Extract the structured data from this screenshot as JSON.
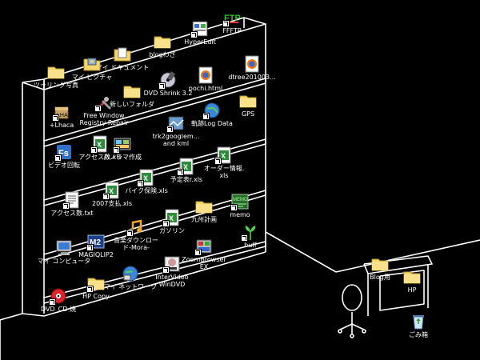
{
  "desktop": {
    "background": "#000000",
    "line_color": "#ffffff",
    "icons": [
      {
        "label": "FFFTP",
        "type": "ftp-icon",
        "shortcut": true
      },
      {
        "label": "HyperEdit",
        "type": "app-icon",
        "shortcut": true
      },
      {
        "label": "blogわざ",
        "type": "folder-icon",
        "shortcut": false
      },
      {
        "label": "マイ ドキュメント",
        "type": "my-documents-icon",
        "shortcut": false
      },
      {
        "label": "マイ ピクチャ",
        "type": "my-pictures-icon",
        "shortcut": false
      },
      {
        "label": "ツーリング写真",
        "type": "folder-icon",
        "shortcut": false
      },
      {
        "label": "dtree201003...",
        "type": "firefox-icon",
        "shortcut": false
      },
      {
        "label": "pochi.html",
        "type": "firefox-icon",
        "shortcut": false
      },
      {
        "label": "DVD Shrink 3.2",
        "type": "dvd-shrink-icon",
        "shortcut": true
      },
      {
        "label": "新しいフォルダ",
        "type": "folder-icon",
        "shortcut": false
      },
      {
        "label": "Free Window\nRegistry Repair",
        "type": "tools-icon",
        "shortcut": true
      },
      {
        "label": "+Lhaca",
        "type": "lhaca-icon",
        "shortcut": true
      },
      {
        "label": "GPS",
        "type": "folder-icon",
        "shortcut": false
      },
      {
        "label": "軌跡Log Data",
        "type": "globe-icon",
        "shortcut": true
      },
      {
        "label": "trk2googlem...\nand kml",
        "type": "map-app-icon",
        "shortcut": true
      },
      {
        "label": "パノラマ作成",
        "type": "panorama-icon",
        "shortcut": true
      },
      {
        "label": "アクセス数.xls",
        "type": "excel-icon",
        "shortcut": true
      },
      {
        "label": "ビデオ回転",
        "type": "fs-app-icon",
        "shortcut": true
      },
      {
        "label": "オーダー情報.\nxls",
        "type": "excel-icon",
        "shortcut": true
      },
      {
        "label": "予定表r.xls",
        "type": "excel-icon",
        "shortcut": true
      },
      {
        "label": "バイク保険.xls",
        "type": "excel-icon",
        "shortcut": true
      },
      {
        "label": "2007支払.xls",
        "type": "excel-icon",
        "shortcut": true
      },
      {
        "label": "アクセス数.txt",
        "type": "text-file-icon",
        "shortcut": true
      },
      {
        "label": "memo",
        "type": "memo-icon",
        "shortcut": true
      },
      {
        "label": "九州計画",
        "type": "folder-icon",
        "shortcut": false
      },
      {
        "label": "ガソリン",
        "type": "excel-icon",
        "shortcut": true
      },
      {
        "label": "音楽ダウンロー\nド-Mora-",
        "type": "music-icon",
        "shortcut": true
      },
      {
        "label": "MAGIQLIP2",
        "type": "magiqlip-icon",
        "shortcut": true
      },
      {
        "label": "マイ コンピュータ",
        "type": "my-computer-icon",
        "shortcut": false
      },
      {
        "label": "buff",
        "type": "plant-icon",
        "shortcut": true
      },
      {
        "label": "ZoomBrowser\nEX",
        "type": "zoombrowser-icon",
        "shortcut": true
      },
      {
        "label": "InterVideo\nWinDVD",
        "type": "windvd-icon",
        "shortcut": true
      },
      {
        "label": "マイ ネットワーク",
        "type": "network-icon",
        "shortcut": false
      },
      {
        "label": "HP Copy",
        "type": "folder-icon",
        "shortcut": true
      },
      {
        "label": "DVD_CD 焼",
        "type": "dvd-burn-icon",
        "shortcut": true
      },
      {
        "label": "Blog用",
        "type": "folder-icon",
        "shortcut": false
      },
      {
        "label": "HP",
        "type": "folder-icon",
        "shortcut": false
      },
      {
        "label": "ごみ箱",
        "type": "recycle-bin-icon",
        "shortcut": false
      }
    ]
  }
}
